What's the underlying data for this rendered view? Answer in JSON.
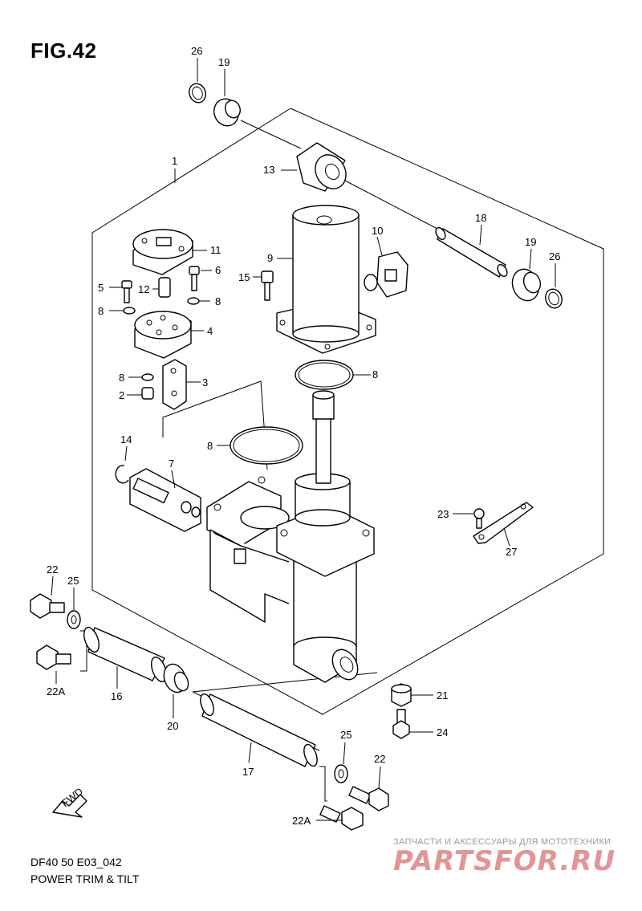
{
  "figure": {
    "title": "FIG.42",
    "model_code": "DF40 50 E03_042",
    "caption": "POWER TRIM & TILT"
  },
  "watermark": {
    "tagline": "ЗАПЧАСТИ И АКСЕССУАРЫ ДЛЯ МОТОТЕХНИКИ",
    "logo": "PARTSFOR.RU",
    "color": "#cc3c3c"
  },
  "fwd_label": "FWD",
  "callouts": {
    "c1": "1",
    "c2": "2",
    "c3": "3",
    "c4": "4",
    "c5": "5",
    "c6": "6",
    "c7": "7",
    "c8a": "8",
    "c8b": "8",
    "c8c": "8",
    "c8d": "8",
    "c8e": "8",
    "c9": "9",
    "c10": "10",
    "c11": "11",
    "c12": "12",
    "c13": "13",
    "c14": "14",
    "c15": "15",
    "c16": "16",
    "c17": "17",
    "c18": "18",
    "c19a": "19",
    "c19b": "19",
    "c20": "20",
    "c21": "21",
    "c22a": "22",
    "c22b": "22",
    "c22Aa": "22A",
    "c22Ab": "22A",
    "c23": "23",
    "c24": "24",
    "c25a": "25",
    "c25b": "25",
    "c26a": "26",
    "c26b": "26",
    "c27": "27"
  }
}
